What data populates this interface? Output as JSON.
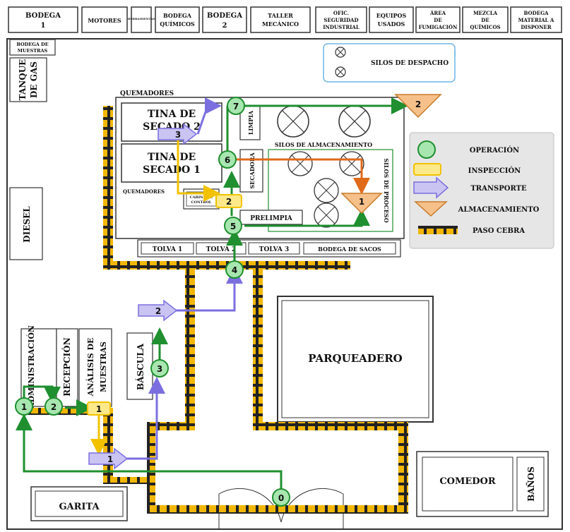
{
  "top_rooms": [
    {
      "id": "bodega1",
      "lines": [
        "BODEGA",
        "1"
      ]
    },
    {
      "id": "motores",
      "lines": [
        "MOTORES"
      ]
    },
    {
      "id": "herramientas",
      "lines": [
        "HERRAMIENTAS"
      ]
    },
    {
      "id": "bodega_quimicos",
      "lines": [
        "BODEGA",
        "QUÍMICOS"
      ]
    },
    {
      "id": "bodega2",
      "lines": [
        "BODEGA",
        "2"
      ]
    },
    {
      "id": "taller",
      "lines": [
        "TALLER",
        "MECÁNICO"
      ]
    },
    {
      "id": "seguridad",
      "lines": [
        "OFIC.",
        "SEGURIDAD",
        "INDUSTRIAL"
      ]
    },
    {
      "id": "equipos",
      "lines": [
        "EQUIPOS",
        "USADOS"
      ]
    },
    {
      "id": "fumigacion",
      "lines": [
        "ÁREA",
        "DE",
        "FUMIGACIÓN"
      ]
    },
    {
      "id": "mezcla",
      "lines": [
        "MEZCLA",
        "DE",
        "QUÍMICOS"
      ]
    },
    {
      "id": "bodega_disponer",
      "lines": [
        "BODEGA",
        "MATERIAL A",
        "DISPONER"
      ]
    }
  ],
  "rooms": {
    "bodega_muestras": [
      "BODEGA DE",
      "MUESTRAS"
    ],
    "tanque_gas": [
      "TANQUE",
      "DE GAS"
    ],
    "diesel": "DIESEL",
    "quemadores_top": "QUEMADORES",
    "quemadores_mid": "QUEMADORES",
    "tina2": [
      "TINA DE",
      "SECADO 2"
    ],
    "tina1": [
      "TINA DE",
      "SECADO 1"
    ],
    "cabina": [
      "CABINA DE",
      "CONTROL"
    ],
    "limpia": "LIMPIA",
    "secadora": "SECADORA",
    "silos_almacenamiento": "SILOS DE ALMACENAMIENTO",
    "silos_proceso": "SILOS DE PROCESO",
    "prelimpia": "PRELIMPIA",
    "silos_despacho": "SILOS DE DESPACHO",
    "tolva1": "TOLVA 1",
    "tolva2": "TOLVA 2",
    "tolva3": "TOLVA 3",
    "bodega_sacos": "BODEGA DE SACOS",
    "parqueadero": "PARQUEADERO",
    "administracion": "ADMINISTRACIÓN",
    "recepcion": "RECEPCIÓN",
    "analisis": [
      "ANÁLISIS DE",
      "MUESTRAS"
    ],
    "bascula": "BÁSCULA",
    "garita": "GARITA",
    "comedor": "COMEDOR",
    "banos": "BAÑOS"
  },
  "legend": {
    "operacion": "OPERACIÓN",
    "inspeccion": "INSPECCIÓN",
    "transporte": "TRANSPORTE",
    "almacenamiento": "ALMACENAMIENTO",
    "paso_cebra": "PASO CEBRA"
  },
  "colors": {
    "operation": "#1f8f2f",
    "operation_fill": "#a8e6b0",
    "inspection": "#f2c200",
    "inspection_fill": "#fde98a",
    "transport": "#7b6fe0",
    "transport_fill": "#c9c4f2",
    "storage_fill": "#f6c08a",
    "zebra": "#f2b705",
    "flow_orange": "#e06a1a"
  },
  "ops": [
    "0",
    "1",
    "2",
    "3",
    "4",
    "5",
    "6",
    "7"
  ],
  "transports": [
    "1",
    "2",
    "3"
  ],
  "inspections": [
    "1",
    "2"
  ],
  "storages": [
    "1",
    "2"
  ]
}
